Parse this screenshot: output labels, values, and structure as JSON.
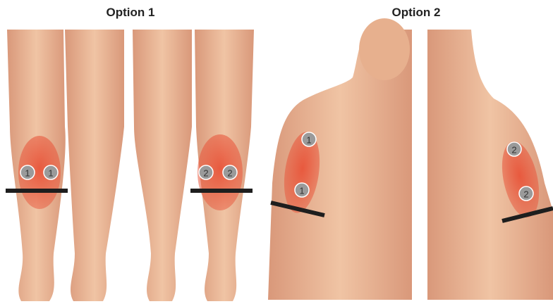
{
  "option1": {
    "title": "Option 1",
    "front_marker": "1",
    "back_marker": "2"
  },
  "option2": {
    "title": "Option 2",
    "front_marker": "1",
    "back_marker": "2"
  },
  "colors": {
    "skin": "#e9b593",
    "skin_shade": "#d89a76",
    "injection_zone": "#e8553a",
    "marker_fill": "#9a9a9a",
    "line": "#1e1e1e"
  }
}
